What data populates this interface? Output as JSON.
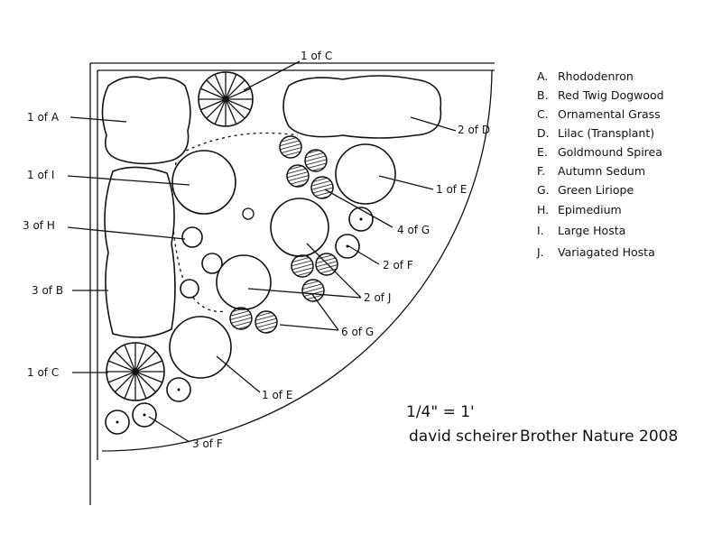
{
  "legend": [
    {
      "key": "A.",
      "name": "Rhododenron"
    },
    {
      "key": "B.",
      "name": "Red Twig Dogwood"
    },
    {
      "key": "C.",
      "name": "Ornamental Grass"
    },
    {
      "key": "D.",
      "name": "Lilac (Transplant)"
    },
    {
      "key": "E.",
      "name": "Goldmound Spirea"
    },
    {
      "key": "F.",
      "name": "Autumn Sedum"
    },
    {
      "key": "G.",
      "name": "Green Liriope"
    },
    {
      "key": "H.",
      "name": "Epimedium"
    },
    {
      "key": "I.",
      "name": "Large Hosta"
    },
    {
      "key": "J.",
      "name": "Variagated Hosta"
    }
  ],
  "callouts": {
    "c_top": "1 of C",
    "a": "1 of A",
    "d": "2 of D",
    "i": "1 of I",
    "e_right": "1 of E",
    "h": "3 of H",
    "g_top": "4 of G",
    "f_mid": "2 of F",
    "b": "3 of B",
    "j": "2 of J",
    "g_bottom": "6 of G",
    "c_bottom": "1 of C",
    "e_bottom": "1 of E",
    "f_bottom": "3 of F"
  },
  "scale": "1/4\" = 1'",
  "credit": {
    "author": "david scheirer",
    "company": "Brother Nature 2008"
  }
}
